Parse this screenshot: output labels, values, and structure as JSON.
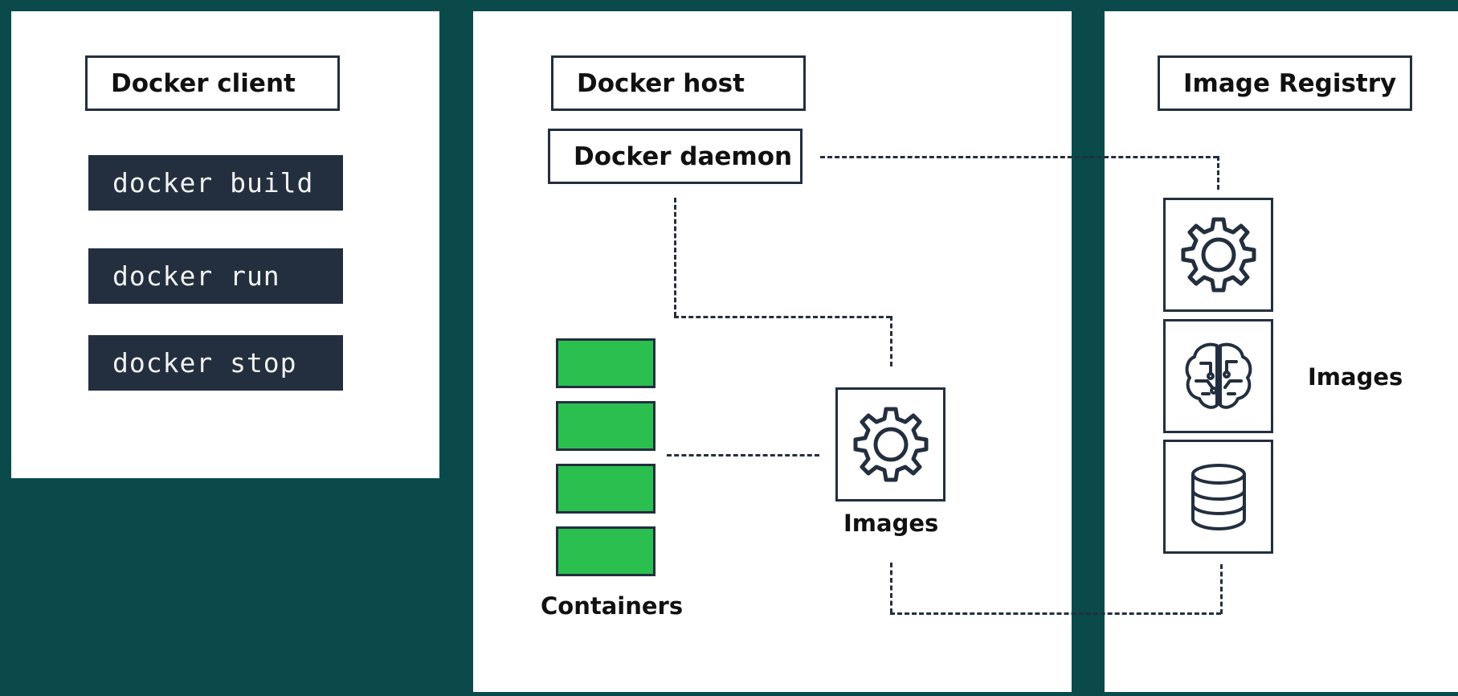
{
  "client": {
    "title": "Docker client",
    "commands": [
      "docker build",
      "docker run",
      "docker stop"
    ]
  },
  "host": {
    "title": "Docker host",
    "daemon": "Docker daemon",
    "containers_label": "Containers",
    "images_label": "Images"
  },
  "registry": {
    "title": "Image Registry",
    "images_label": "Images",
    "icons": [
      "gear-icon",
      "brain-circuit-icon",
      "database-icon"
    ]
  },
  "colors": {
    "background": "#0a4a4a",
    "dark": "#232f3e",
    "container_green": "#2bbf4f"
  }
}
